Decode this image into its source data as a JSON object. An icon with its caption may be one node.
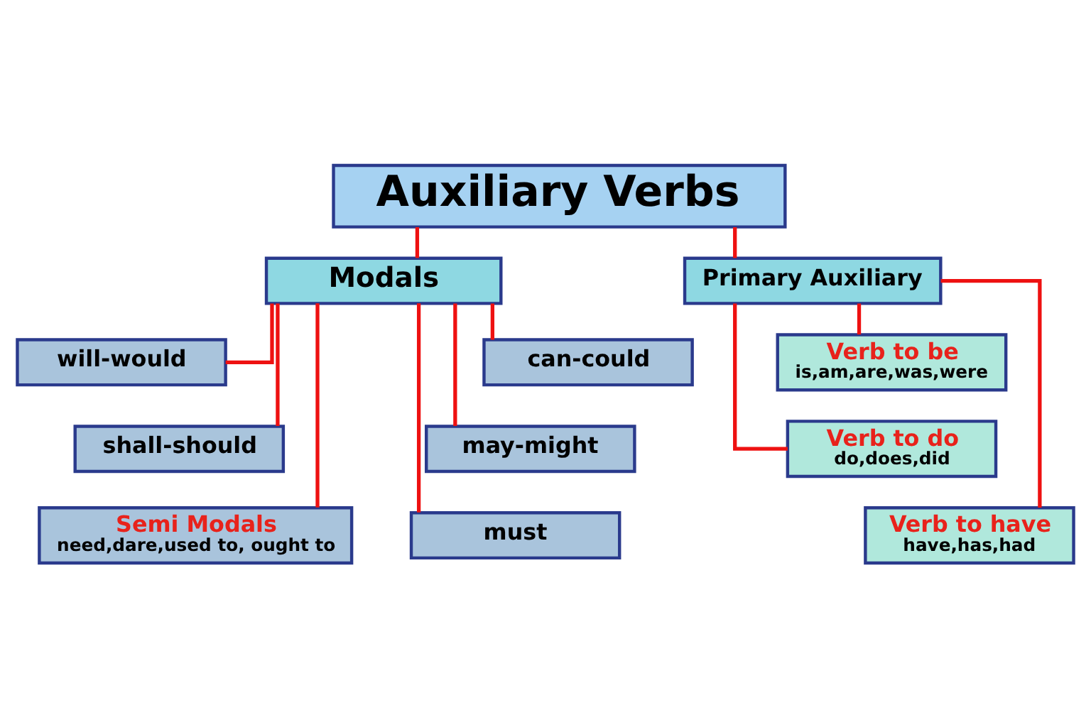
{
  "diagram": {
    "nodes": [
      {
        "text": [
          "Auxiliary Verbs"
        ]
      },
      {
        "text": [
          "Modals"
        ]
      },
      {
        "text": [
          "Primary Auxiliary"
        ]
      },
      {
        "text": [
          "can-could"
        ]
      },
      {
        "text": [
          "will-would"
        ]
      },
      {
        "text": [
          "may-might"
        ]
      },
      {
        "text": [
          "shall-should"
        ]
      },
      {
        "text": [
          "must"
        ]
      },
      {
        "text": [
          "Semi Modals",
          "need,dare,used to, ought to"
        ]
      },
      {
        "text": [
          "Verb to be",
          "is,am,are,was,were"
        ]
      },
      {
        "text": [
          "Verb to do",
          "do,does,did"
        ]
      },
      {
        "text": [
          "Verb to have",
          "have,has,had"
        ]
      }
    ],
    "edges": [
      {
        "from": 0,
        "to": 1,
        "arrow": "none",
        "color": "#ee1111"
      },
      {
        "from": 0,
        "to": 2,
        "arrow": "none",
        "color": "#ee1111"
      },
      {
        "from": 1,
        "to": 3,
        "arrow": "none",
        "color": "#ee1111"
      },
      {
        "from": 1,
        "to": 4,
        "arrow": "none",
        "color": "#ee1111"
      },
      {
        "from": 1,
        "to": 5,
        "arrow": "none",
        "color": "#ee1111"
      },
      {
        "from": 1,
        "to": 6,
        "arrow": "none",
        "color": "#ee1111"
      },
      {
        "from": 1,
        "to": 7,
        "arrow": "none",
        "color": "#ee1111"
      },
      {
        "from": 1,
        "to": 8,
        "arrow": "none",
        "color": "#ee1111"
      },
      {
        "from": 2,
        "to": 9,
        "arrow": "none",
        "color": "#ee1111"
      },
      {
        "from": 2,
        "to": 10,
        "arrow": "none",
        "color": "#ee1111"
      },
      {
        "from": 2,
        "to": 11,
        "arrow": "none",
        "color": "#ee1111"
      }
    ]
  }
}
